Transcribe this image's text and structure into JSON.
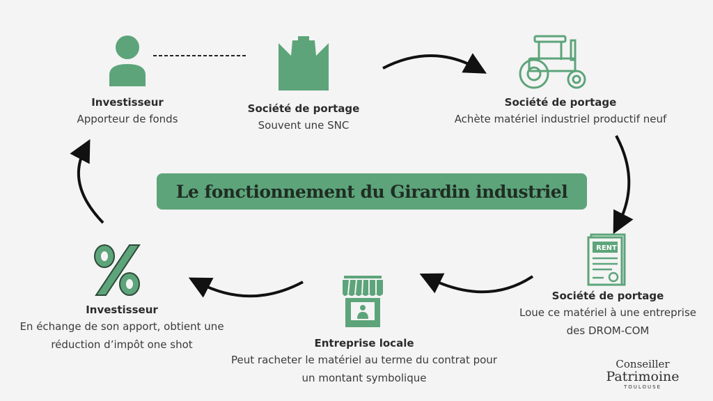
{
  "title": "Le fonctionnement du Girardin industriel",
  "nodes": {
    "investor_top": {
      "title": "Investisseur",
      "desc": "Apporteur de fonds"
    },
    "portage_snc": {
      "title": "Société de portage",
      "desc": "Souvent une SNC"
    },
    "portage_buy": {
      "title": "Société de portage",
      "desc": "Achète matériel industriel productif neuf"
    },
    "portage_rent": {
      "title": "Société de portage",
      "desc": "Loue ce matériel à une entreprise",
      "desc2": "des DROM-COM"
    },
    "local_company": {
      "title": "Entreprise locale",
      "desc": "Peut racheter le matériel au terme du contrat pour",
      "desc2": "un montant symbolique"
    },
    "investor_bottom": {
      "title": "Investisseur",
      "desc": "En échange de son apport, obtient une",
      "desc2": "réduction d’impôt one shot"
    }
  },
  "icons": {
    "rent_label": "RENT",
    "percent_label": "%"
  },
  "logo": {
    "line1": "Conseiller",
    "line2": "Patrimoine",
    "line3": "TOULOUSE"
  },
  "colors": {
    "accent": "#5da47a",
    "arrow": "#111111",
    "background": "#f4f4f4"
  }
}
